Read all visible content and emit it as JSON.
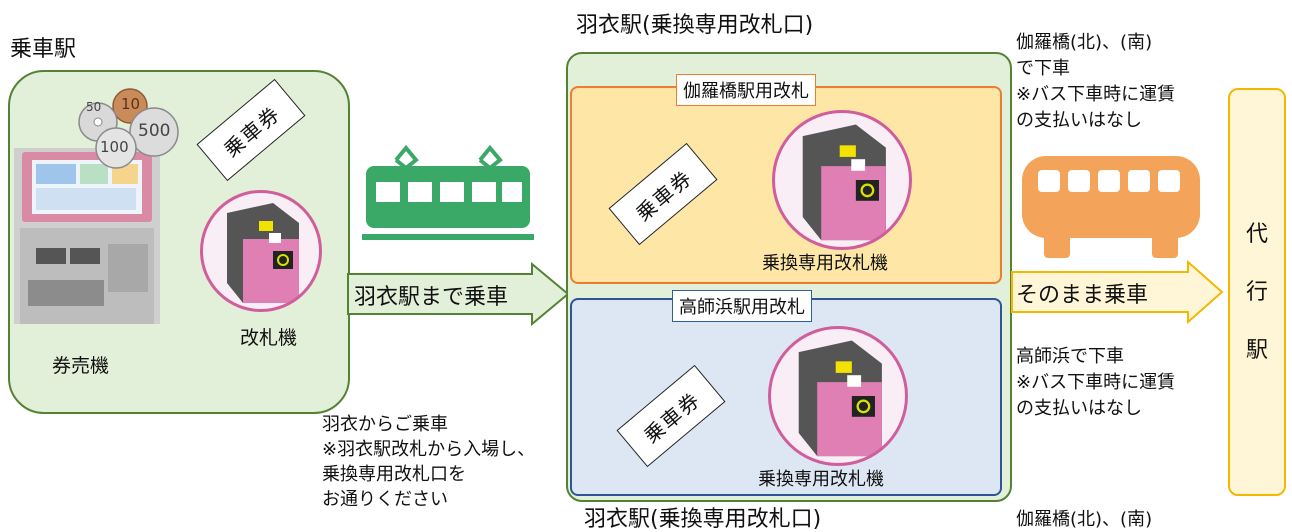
{
  "departure": {
    "station_label": "乗車駅",
    "ticket_machine_label": "券売機",
    "gate_label": "改札機",
    "ticket_text": "乗車券",
    "coins": [
      "10",
      "50",
      "100",
      "500"
    ]
  },
  "train_arrow": {
    "label": "羽衣駅まで乗車"
  },
  "hagoromo_note": {
    "text": "羽衣からご乗車\n※羽衣駅改札から入場し、\n乗換専用改札口を\nお通りください"
  },
  "transfer_station": {
    "title": "羽衣駅(乗換専用改札口)",
    "title_bottom_partial": "羽衣駅(乗換専用改札口)",
    "gates": [
      {
        "name": "伽羅橋駅用改札",
        "ticket_text": "乗車券",
        "machine_label": "乗換専用改札機"
      },
      {
        "name": "高師浜駅用改札",
        "ticket_text": "乗車券",
        "machine_label": "乗換専用改札機"
      }
    ]
  },
  "bus_section": {
    "top_note": "伽羅橋(北)、(南)\nで下車\n※バス下車時に運賃\nの支払いはなし",
    "bottom_note": "高師浜で下車\n※バス下車時に運賃\nの支払いはなし",
    "arrow_label": "そのまま乗車",
    "bottom_partial": "伽羅橋(北)、(南)"
  },
  "substitute_station": {
    "label": "代行駅",
    "chars": [
      "代",
      "行",
      "駅"
    ]
  },
  "colors": {
    "green_box_fill": "#e2efd9",
    "green_box_border": "#548235",
    "orange_box_fill": "#fde6a6",
    "orange_box_border": "#ed7d31",
    "blue_box_fill": "#dde7f3",
    "blue_box_border": "#2f5597",
    "train_green": "#3aa866",
    "bus_orange": "#f4a35a",
    "arrow_yellow_fill": "#fff6d8",
    "arrow_yellow_border": "#f5b800",
    "gate_pink": "#d15e9c"
  }
}
